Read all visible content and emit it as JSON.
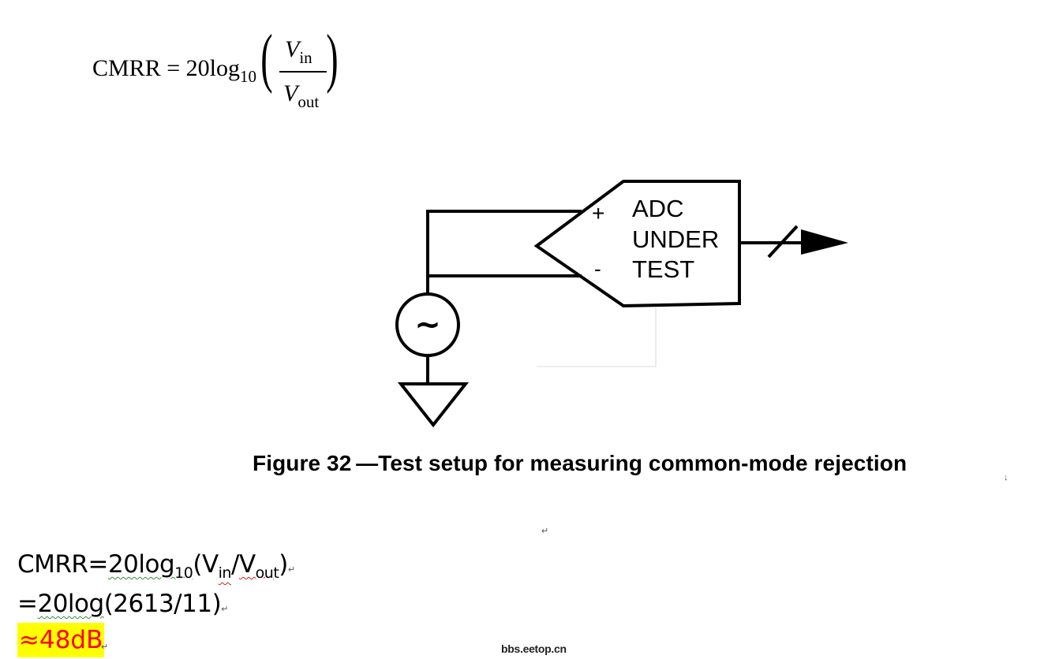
{
  "formula": {
    "lhs": "CMRR = 20log",
    "lhs_sub": "10",
    "num_var": "V",
    "num_sub": "in",
    "den_var": "V",
    "den_sub": "out",
    "paren_left": "(",
    "paren_right": ")"
  },
  "diagram": {
    "box_lines": [
      "ADC",
      "UNDER",
      "TEST"
    ],
    "plus_label": "+",
    "minus_label": "-",
    "source_symbol": "~"
  },
  "caption": "Figure 32 —Test setup for measuring common-mode rejection",
  "paragraph_mark": "↵",
  "paragraph_mark_small": "↓",
  "calc": {
    "line1": {
      "prefix": "CMRR=",
      "log": "20log",
      "log_sub": "10",
      "open": "(V",
      "v_sub_in": "in",
      "mid": "/",
      "v2": "V",
      "v_sub_out": "out",
      "close": ")"
    },
    "line2": {
      "eq": "=",
      "expr": "20log",
      "rest": "(2613/11)"
    },
    "line3": {
      "value": "≈48dB"
    }
  },
  "watermark": "bbs.eetop.cn",
  "colors": {
    "highlight": "#ffff00",
    "result_text": "#ff0000"
  }
}
